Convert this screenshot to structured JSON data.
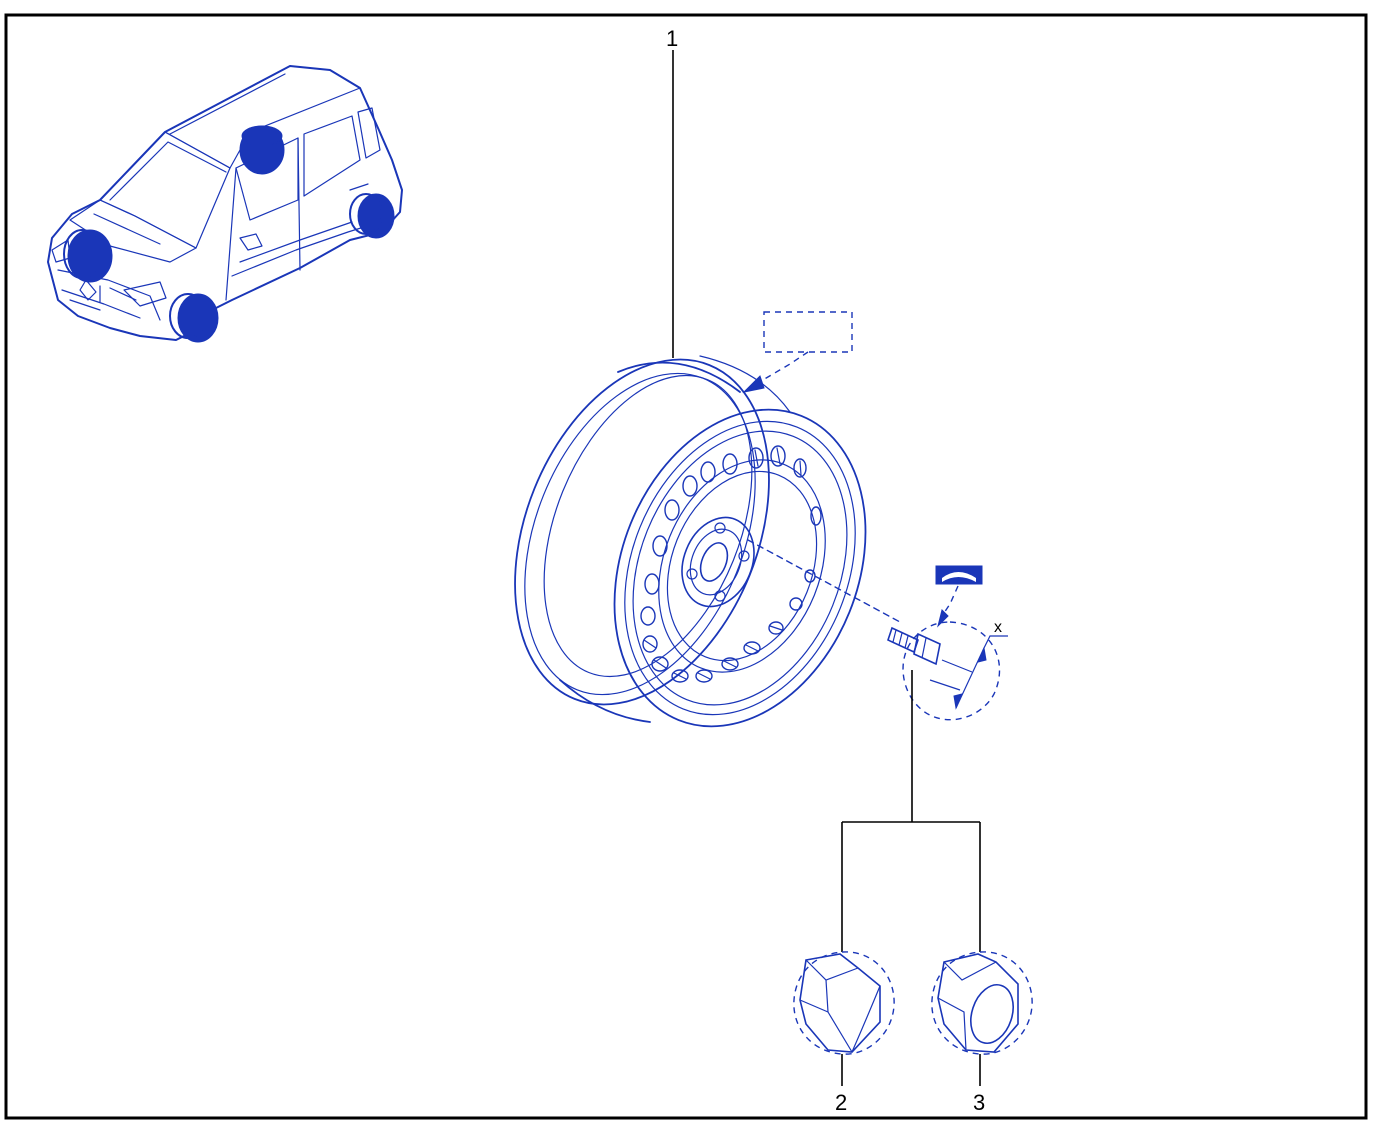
{
  "diagram": {
    "callouts": {
      "wheel": "1",
      "nut_closed": "2",
      "nut_open": "3"
    },
    "dimension_label": "x",
    "colors": {
      "ink": "#1a36b8",
      "border": "#000000",
      "background": "#ffffff"
    },
    "icons": {
      "vehicle": "car-locator-icon",
      "torque": "torque-wrench-icon",
      "reference_box": "reference-placeholder-icon"
    }
  }
}
